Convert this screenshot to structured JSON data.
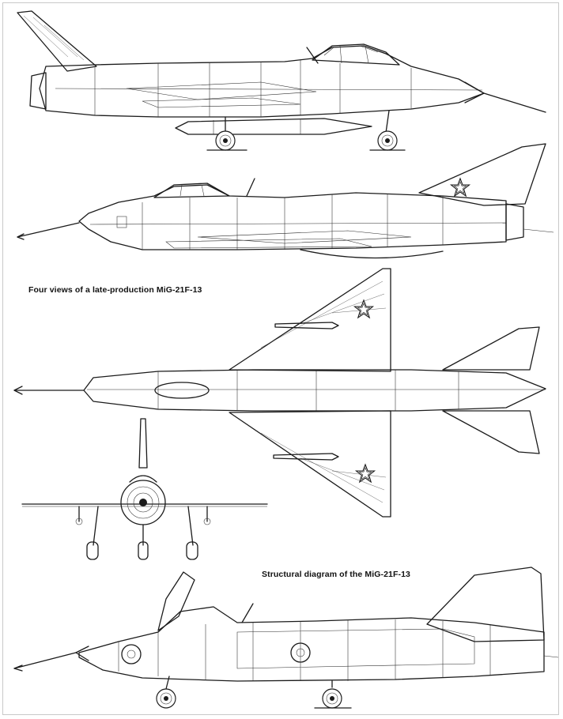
{
  "captions": {
    "four_views": "Four views of a late-production MiG-21F-13",
    "structural": "Structural diagram of the MiG-21F-13"
  },
  "colors": {
    "ink": "#1b1b1b",
    "paper": "#ffffff",
    "frame": "#c9c9c9"
  },
  "figures": [
    "starboard-side-view",
    "port-side-view",
    "plan-view",
    "front-view",
    "structural-cutaway"
  ]
}
